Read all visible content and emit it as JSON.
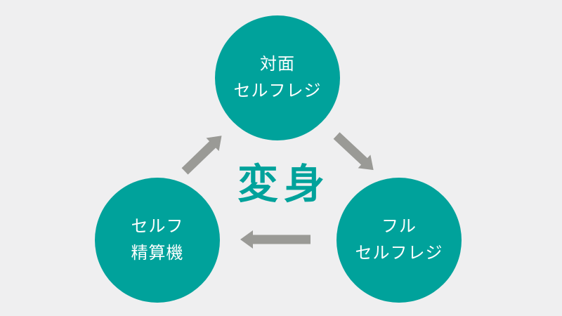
{
  "colors": {
    "bg": "#efeff0",
    "node-fill": "#00a29b",
    "node-text": "#ffffff",
    "arrow": "#9a9a96",
    "title": "#00a29b"
  },
  "diagram": {
    "type": "cycle",
    "center_label": "変身",
    "nodes": [
      {
        "id": "top",
        "line1": "対面",
        "line2": "セルフレジ"
      },
      {
        "id": "bottom-right",
        "line1": "フル",
        "line2": "セルフレジ"
      },
      {
        "id": "bottom-left",
        "line1": "セルフ",
        "line2": "精算機"
      }
    ],
    "arrows": [
      {
        "from": "top",
        "to": "bottom-right"
      },
      {
        "from": "bottom-right",
        "to": "bottom-left"
      },
      {
        "from": "bottom-left",
        "to": "top"
      }
    ]
  }
}
